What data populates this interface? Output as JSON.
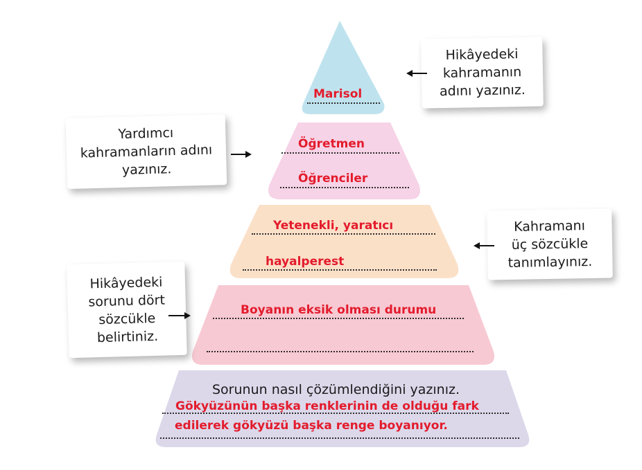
{
  "notes": {
    "hero": "Hikâyedeki\nkahramanın\nadını yazınız.",
    "helpers": "Yardımcı\nkahramanların adını\nyazınız.",
    "describe": "Kahramanı\nüç sözcükle\ntanımlayınız.",
    "problem": "Hikâyedeki\nsorunu dört\nsözcükle\nbelirtiniz."
  },
  "answers": {
    "hero_name": "Marisol",
    "helper_1": "Öğretmen",
    "helper_2": "Öğrenciler",
    "describe_1": "Yetenekli, yaratıcı",
    "describe_2": "hayalperest",
    "problem_1": "Boyanın eksik olması durumu",
    "solution_1": "Gökyüzünün başka renklerinin de olduğu fark",
    "solution_2": "edilerek gökyüzü başka renge boyanıyor."
  },
  "bottom": {
    "title": "Sorunun nasıl çözümlendiğini yazınız."
  },
  "colors": {
    "tier1": "#bfe3ee",
    "tier2": "#f6d3e6",
    "tier3": "#fbe0c8",
    "tier4": "#f7c9d3",
    "tier5": "#dcd8ea",
    "answer": "#e31b2c"
  }
}
